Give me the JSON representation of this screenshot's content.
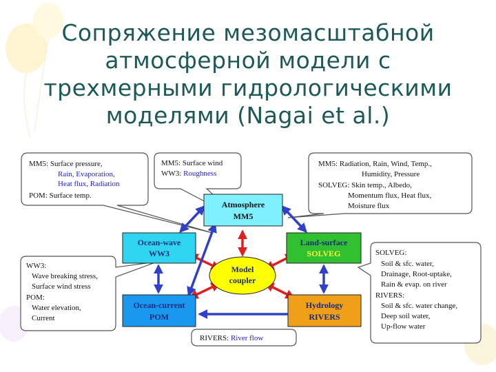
{
  "slide": {
    "title_lines": [
      "Сопряжение мезомасштабной",
      "атмосферной модели с",
      "трехмерными гидрологическими",
      "моделями (Nagai et al.)"
    ]
  },
  "diagram": {
    "nodes": {
      "atmosphere": {
        "name": "Atmosphere",
        "model": "MM5",
        "fill": "#7ff0ff"
      },
      "ocean_wave": {
        "name": "Ocean-wave",
        "model": "WW3",
        "fill": "#2fd4f0"
      },
      "land_surface": {
        "name": "Land-surface",
        "model": "SOLVEG",
        "fill": "#30c030"
      },
      "coupler": {
        "name": "Model",
        "name2": "coupler",
        "fill": "#ffff00"
      },
      "ocean_current": {
        "name": "Ocean-current",
        "model": "POM",
        "fill": "#1a98f0"
      },
      "hydrology": {
        "name": "Hydrology",
        "model": "RIVERS",
        "fill": "#f0a018"
      }
    },
    "callouts": {
      "atm_ocean": {
        "line1": "MM5: Surface pressure,",
        "line2": "Rain, Evaporation,",
        "line3": "Heat flux, Radiation",
        "line4": "POM: Surface temp."
      },
      "atm_wave": {
        "line1": "MM5: Surface wind",
        "line2_prefix": "WW3: ",
        "line2_value": "Roughness"
      },
      "atm_land": {
        "line1": "MM5: Radiation, Rain, Wind, Temp.,",
        "line2": "Humidity, Pressure",
        "line3": "SOLVEG: Skin temp., Albedo,",
        "line4": "Momentum flux, Heat flux,",
        "line5": "Moisture flux"
      },
      "wave_current": {
        "line1": "WW3:",
        "line2": "Wave breaking stress,",
        "line3": "Surface wind stress",
        "line4": "POM:",
        "line5": "Water elevation,",
        "line6": "Current"
      },
      "land_hydro": {
        "line1": "SOLVEG:",
        "line2": "Soil & sfc. water,",
        "line3": "Drainage, Root-uptake,",
        "line4": "Rain & evap. on river",
        "line5": "RIVERS:",
        "line6": "Soil & sfc. water change,",
        "line7": "Deep soil water,",
        "line8": "Up-flow water"
      },
      "rivers": {
        "prefix": "RIVERS: ",
        "value": "River flow"
      }
    },
    "colors": {
      "highlight_text": "#2020d0",
      "red_arrow": "#e02020",
      "blue_arrow": "#3040c8",
      "title_text": "#1d5a57"
    }
  }
}
